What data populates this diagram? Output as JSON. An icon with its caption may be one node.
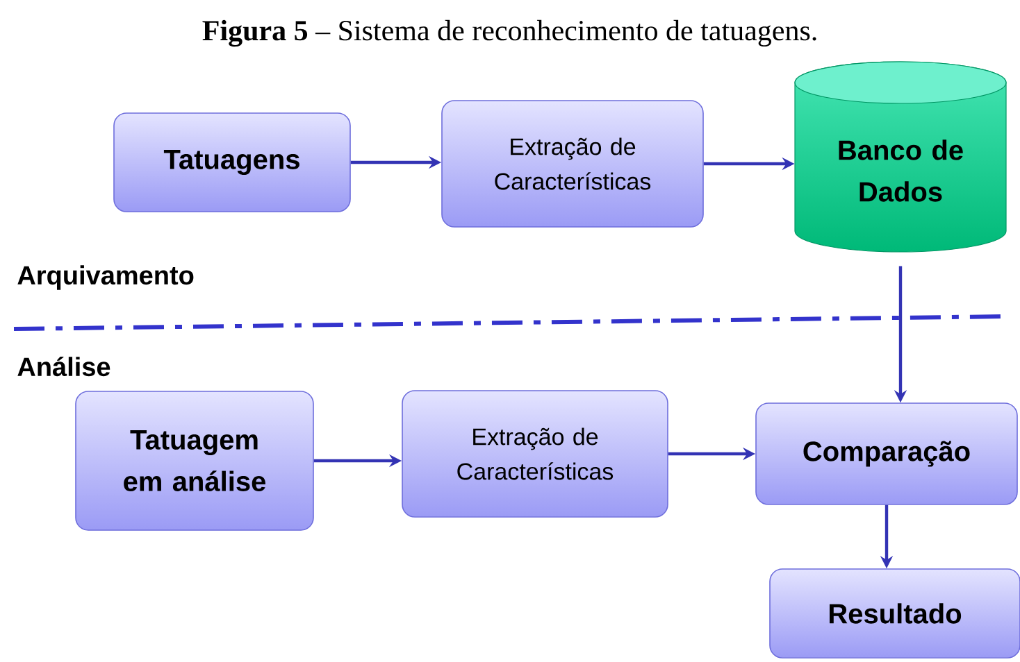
{
  "diagram": {
    "title": "**Figura 5** – Sistema de reconhecimento de tatuagens.",
    "nodes": [
      {
        "text": [
          "Tatuagens"
        ]
      },
      {
        "text": [
          "Extração de Características"
        ]
      },
      {
        "text": [
          "Banco de Dados"
        ]
      },
      {
        "text": [
          "Tatuagem em análise"
        ]
      },
      {
        "text": [
          "Extração de Características"
        ]
      },
      {
        "text": [
          "Comparação"
        ]
      },
      {
        "text": [
          "Resultado"
        ]
      }
    ],
    "edges": [
      {
        "from": 0,
        "to": 1,
        "arrow": "to"
      },
      {
        "from": 1,
        "to": 2,
        "arrow": "to"
      },
      {
        "from": 2,
        "to": 5,
        "arrow": "to"
      },
      {
        "from": 3,
        "to": 4,
        "arrow": "to"
      },
      {
        "from": 4,
        "to": 5,
        "arrow": "to"
      },
      {
        "from": 5,
        "to": 6,
        "arrow": "to"
      }
    ],
    "labels": [
      "Arquivamento",
      "Análise"
    ]
  }
}
